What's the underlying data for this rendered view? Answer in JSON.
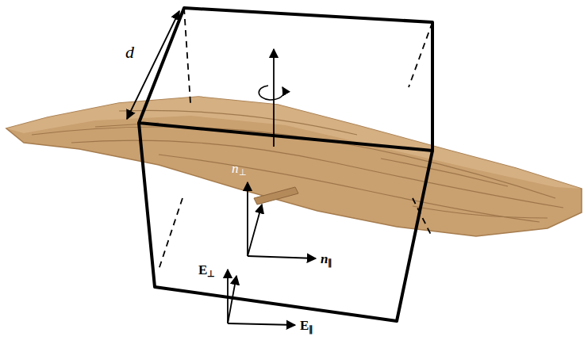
{
  "diagram": {
    "labels": [
      "d",
      "n⊥",
      "n∥",
      "E⊥",
      "E∥"
    ]
  }
}
